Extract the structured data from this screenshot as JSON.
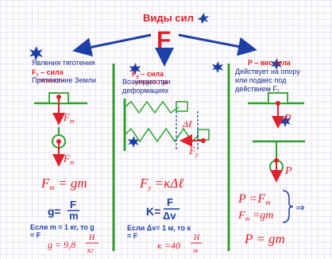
{
  "header": {
    "title": "Виды сил",
    "letter": "F"
  },
  "gravity": {
    "line1": "Явления тяготения",
    "line2a": "F",
    "line2b": "т",
    "line2c": " – сила",
    "line3": "тяжести",
    "line4": "Притяжение Земли",
    "force_label": "F",
    "force_sub": "т",
    "formula": "Fт = gm",
    "g_expr_lhs": "g=",
    "g_expr_num": "F",
    "g_expr_den": "m",
    "note": "Если m = 1 кг, то g = F",
    "g_value": "g = 9,8",
    "g_unit_num": "Н",
    "g_unit_den": "кг"
  },
  "elastic": {
    "line1a": "F",
    "line1b": "у",
    "line1c": " – сила",
    "line2": "упругости",
    "line3": "Возникает при",
    "line4": "деформациях",
    "delta_label": "Δℓ",
    "force_label": "F",
    "force_sub": "у",
    "formula": "Fу = κΔℓ",
    "k_lhs": "K=",
    "k_num": "F",
    "k_den": "Δv",
    "note": "Если Δv= 1 м, то к = F",
    "k_value": "κ =40",
    "k_unit_num": "Н",
    "k_unit_den": "м"
  },
  "weight": {
    "line1": "P – вес тела",
    "line2": "Действует на опору",
    "line3": "или подвес под",
    "line4": "действием F",
    "line4_sub": "т",
    "force_label": "P",
    "eq1": "P = Fт",
    "eq2": "Fт = gm",
    "arrow": "⇒",
    "result": "P = gm"
  },
  "colors": {
    "red": "#e0202a",
    "blue": "#1d3fa8",
    "green": "#2fa02f",
    "text": "#1a2a8a"
  }
}
